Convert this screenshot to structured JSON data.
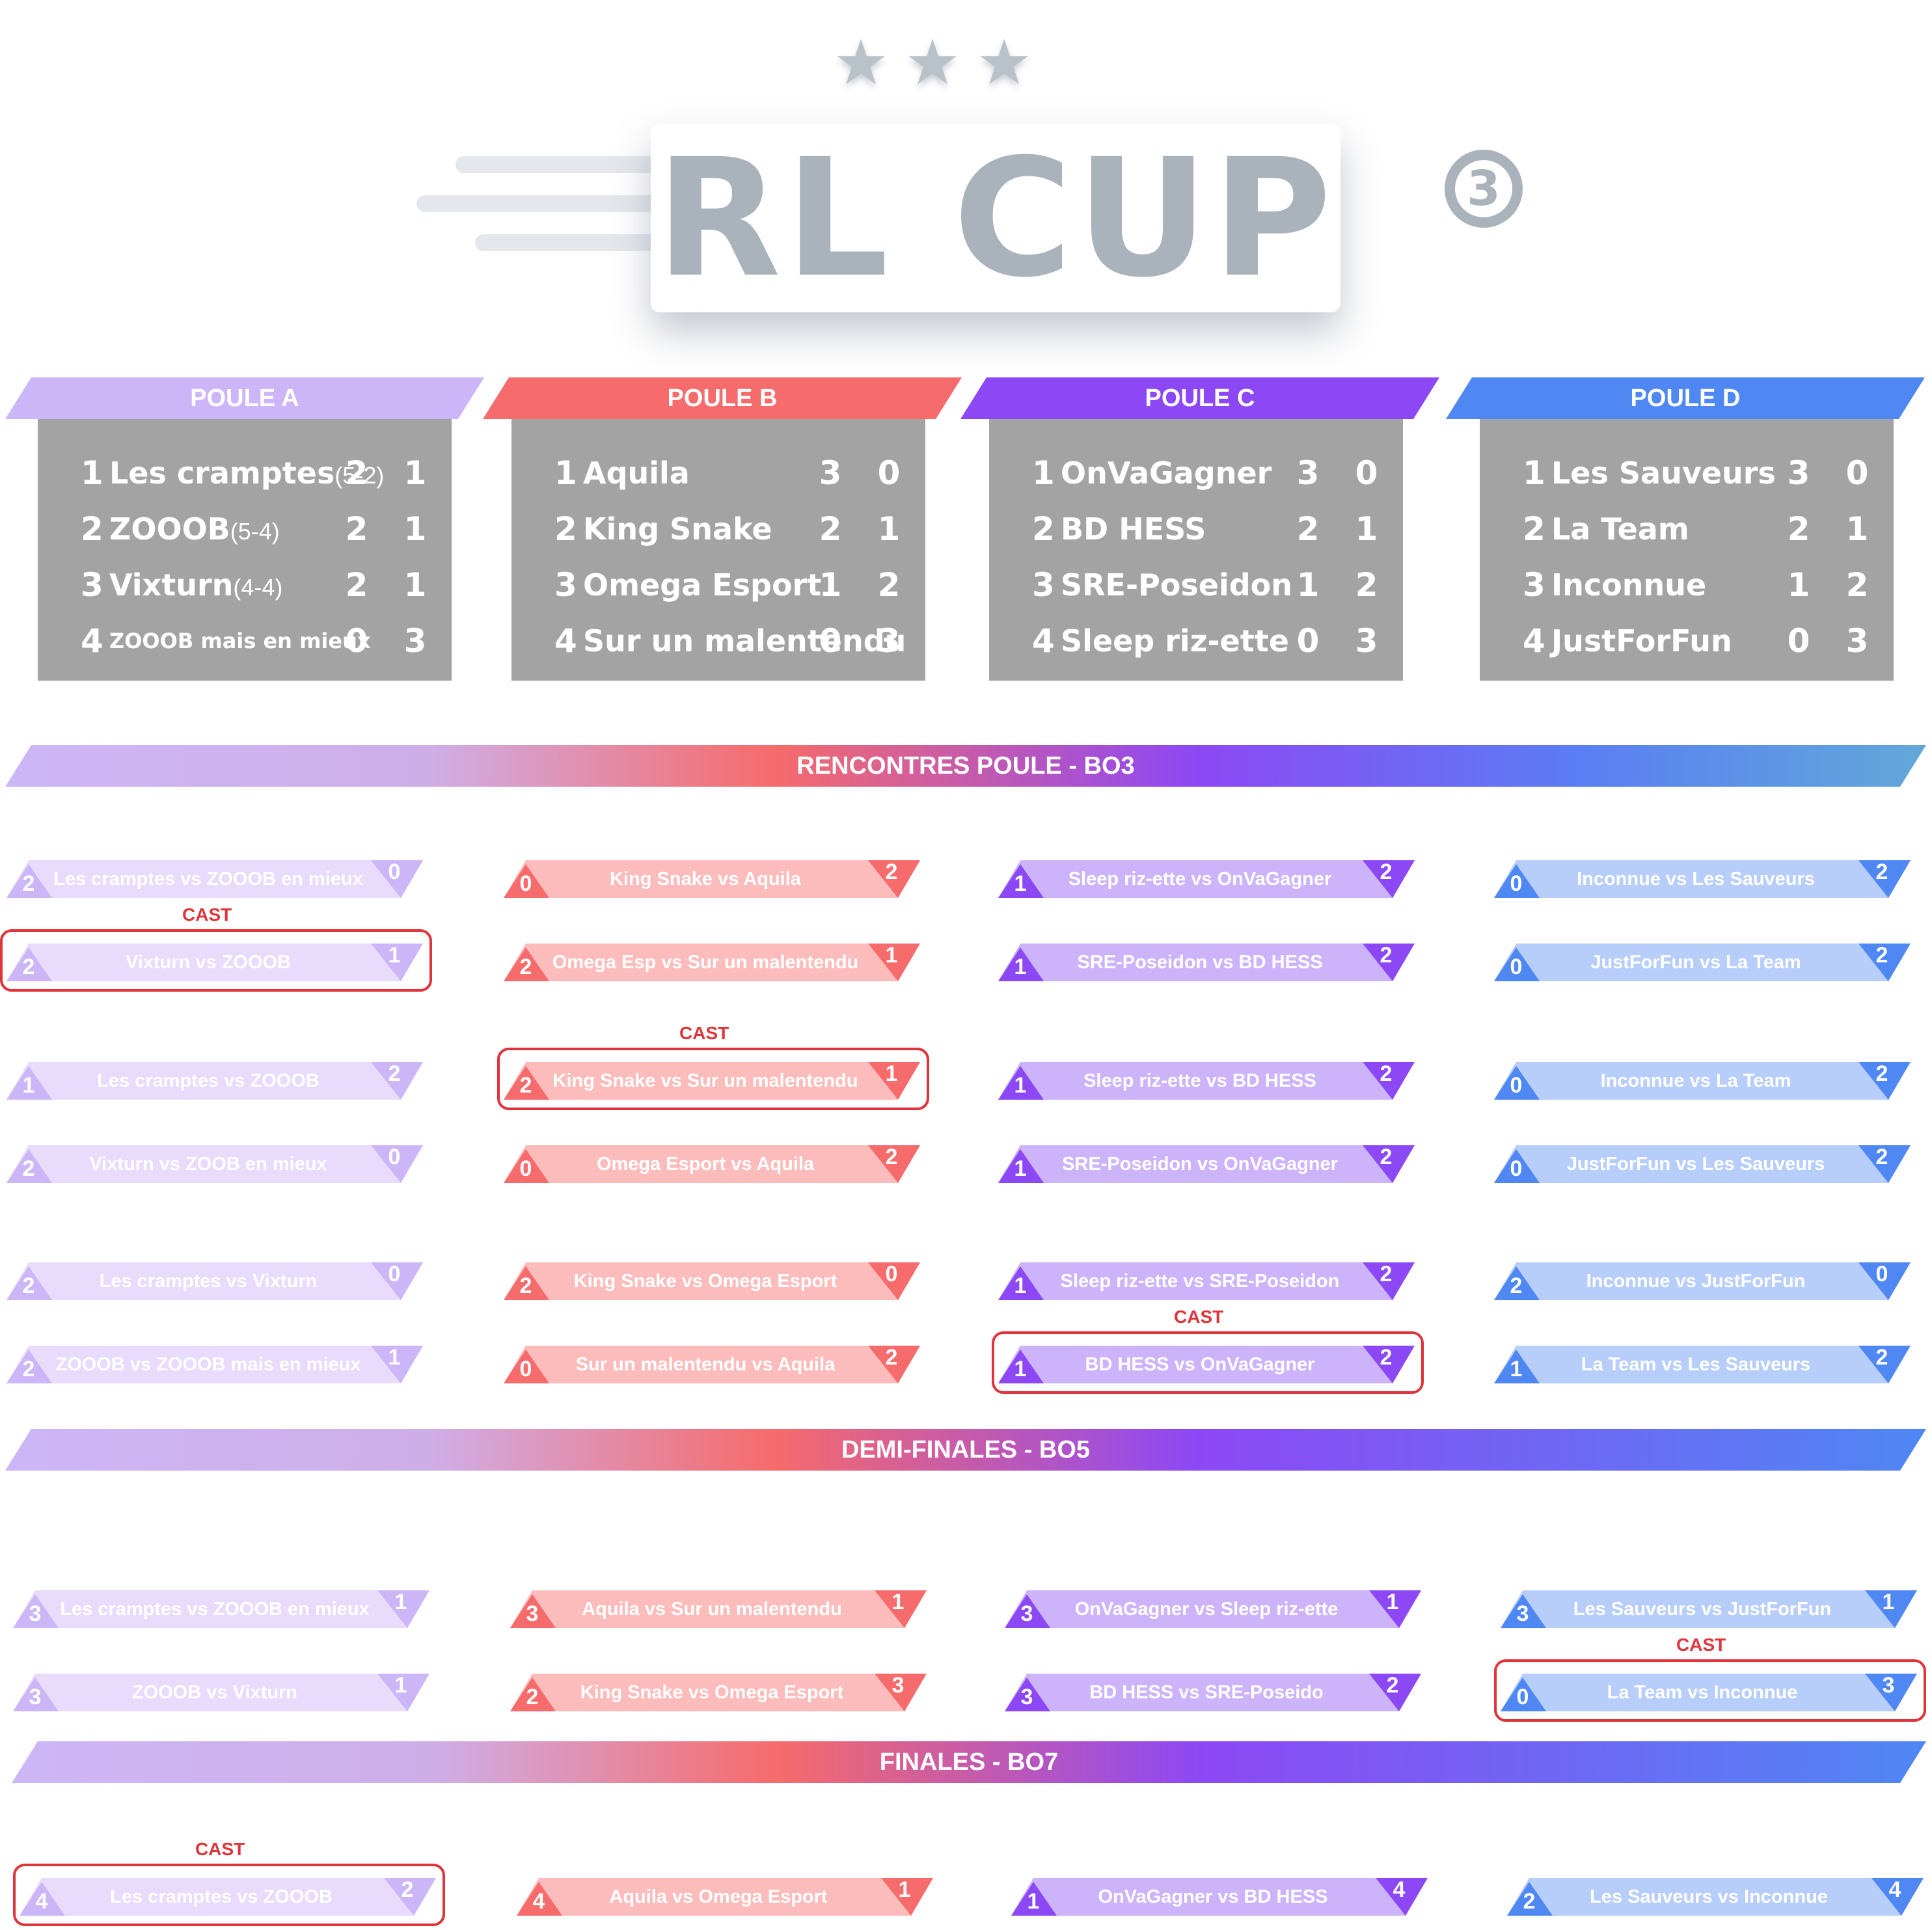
{
  "logo": {
    "text": "RL CUP",
    "badge": "3"
  },
  "colors": {
    "a": "#cdb6f7",
    "b": "#f66b6b",
    "c": "#8d48f5",
    "d": "#4f87f3",
    "gray": "#a3a3a3",
    "cast": "#e0333a"
  },
  "pools": [
    {
      "title": "POULE A",
      "rows": [
        {
          "rank": "1",
          "name": "Les cramptes",
          "extra": "(5-2)",
          "w": "2",
          "l": "1"
        },
        {
          "rank": "2",
          "name": "ZOOOB",
          "extra": "(5-4)",
          "w": "2",
          "l": "1"
        },
        {
          "rank": "3",
          "name": "Vixturn",
          "extra": "(4-4)",
          "w": "2",
          "l": "1"
        },
        {
          "rank": "4",
          "name": "ZOOOB mais en mieux",
          "extra": "",
          "w": "0",
          "l": "3"
        }
      ]
    },
    {
      "title": "POULE B",
      "rows": [
        {
          "rank": "1",
          "name": "Aquila",
          "extra": "",
          "w": "3",
          "l": "0"
        },
        {
          "rank": "2",
          "name": "King Snake",
          "extra": "",
          "w": "2",
          "l": "1"
        },
        {
          "rank": "3",
          "name": "Omega Esport",
          "extra": "",
          "w": "1",
          "l": "2"
        },
        {
          "rank": "4",
          "name": "Sur un malentendu",
          "extra": "",
          "w": "0",
          "l": "3"
        }
      ]
    },
    {
      "title": "POULE C",
      "rows": [
        {
          "rank": "1",
          "name": "OnVaGagner",
          "extra": "",
          "w": "3",
          "l": "0"
        },
        {
          "rank": "2",
          "name": "BD HESS",
          "extra": "",
          "w": "2",
          "l": "1"
        },
        {
          "rank": "3",
          "name": "SRE-Poseidon",
          "extra": "",
          "w": "1",
          "l": "2"
        },
        {
          "rank": "4",
          "name": "Sleep riz-ette",
          "extra": "",
          "w": "0",
          "l": "3"
        }
      ]
    },
    {
      "title": "POULE D",
      "rows": [
        {
          "rank": "1",
          "name": "Les Sauveurs",
          "extra": "",
          "w": "3",
          "l": "0"
        },
        {
          "rank": "2",
          "name": "La Team",
          "extra": "",
          "w": "2",
          "l": "1"
        },
        {
          "rank": "3",
          "name": "Inconnue",
          "extra": "",
          "w": "1",
          "l": "2"
        },
        {
          "rank": "4",
          "name": "JustForFun",
          "extra": "",
          "w": "0",
          "l": "3"
        }
      ]
    }
  ],
  "sections": {
    "group": "RENCONTRES POULE - BO3",
    "semis": "DEMI-FINALES - BO5",
    "finals": "FINALES - BO7",
    "cast": "CAST"
  },
  "group_matches": [
    [
      {
        "label": "Les cramptes vs ZOOOB en mieux",
        "s1": "2",
        "s2": "0"
      },
      {
        "label": "Vixturn vs ZOOOB",
        "s1": "2",
        "s2": "1",
        "cast": true
      },
      {
        "label": "Les cramptes vs ZOOOB",
        "s1": "1",
        "s2": "2"
      },
      {
        "label": "Vixturn vs ZOOB en mieux",
        "s1": "2",
        "s2": "0"
      },
      {
        "label": "Les cramptes vs Vixturn",
        "s1": "2",
        "s2": "0"
      },
      {
        "label": "ZOOOB vs ZOOOB mais en mieux",
        "s1": "2",
        "s2": "1"
      }
    ],
    [
      {
        "label": "King Snake vs Aquila",
        "s1": "0",
        "s2": "2"
      },
      {
        "label": "Omega Esp vs Sur un malentendu",
        "s1": "2",
        "s2": "1"
      },
      {
        "label": "King Snake vs Sur un malentendu",
        "s1": "2",
        "s2": "1",
        "cast": true
      },
      {
        "label": "Omega Esport vs Aquila",
        "s1": "0",
        "s2": "2"
      },
      {
        "label": "King Snake vs Omega Esport",
        "s1": "2",
        "s2": "0"
      },
      {
        "label": "Sur un malentendu vs Aquila",
        "s1": "0",
        "s2": "2"
      }
    ],
    [
      {
        "label": "Sleep riz-ette vs OnVaGagner",
        "s1": "1",
        "s2": "2"
      },
      {
        "label": "SRE-Poseidon vs BD HESS",
        "s1": "1",
        "s2": "2"
      },
      {
        "label": "Sleep riz-ette vs BD HESS",
        "s1": "1",
        "s2": "2"
      },
      {
        "label": "SRE-Poseidon vs OnVaGagner",
        "s1": "1",
        "s2": "2"
      },
      {
        "label": "Sleep riz-ette vs SRE-Poseidon",
        "s1": "1",
        "s2": "2"
      },
      {
        "label": "BD HESS vs OnVaGagner",
        "s1": "1",
        "s2": "2",
        "cast": true
      }
    ],
    [
      {
        "label": "Inconnue vs Les Sauveurs",
        "s1": "0",
        "s2": "2"
      },
      {
        "label": "JustForFun vs La Team",
        "s1": "0",
        "s2": "2"
      },
      {
        "label": "Inconnue vs La Team",
        "s1": "0",
        "s2": "2"
      },
      {
        "label": "JustForFun vs Les Sauveurs",
        "s1": "0",
        "s2": "2"
      },
      {
        "label": "Inconnue vs JustForFun",
        "s1": "2",
        "s2": "0"
      },
      {
        "label": "La Team vs Les Sauveurs",
        "s1": "1",
        "s2": "2"
      }
    ]
  ],
  "semi_matches": [
    [
      {
        "label": "Les cramptes vs ZOOOB en mieux",
        "s1": "3",
        "s2": "1"
      },
      {
        "label": "ZOOOB vs Vixturn",
        "s1": "3",
        "s2": "1"
      }
    ],
    [
      {
        "label": "Aquila vs Sur un malentendu",
        "s1": "3",
        "s2": "1"
      },
      {
        "label": "King Snake vs Omega Esport",
        "s1": "2",
        "s2": "3"
      }
    ],
    [
      {
        "label": "OnVaGagner vs Sleep riz-ette",
        "s1": "3",
        "s2": "1"
      },
      {
        "label": "BD HESS vs SRE-Poseido",
        "s1": "3",
        "s2": "2"
      }
    ],
    [
      {
        "label": "Les Sauveurs vs JustForFun",
        "s1": "3",
        "s2": "1"
      },
      {
        "label": "La Team vs Inconnue",
        "s1": "0",
        "s2": "3",
        "cast": true
      }
    ]
  ],
  "final_matches": [
    {
      "label": "Les cramptes vs ZOOOB",
      "s1": "4",
      "s2": "2",
      "cast": true
    },
    {
      "label": "Aquila vs Omega Esport",
      "s1": "4",
      "s2": "1"
    },
    {
      "label": "OnVaGagner vs BD HESS",
      "s1": "1",
      "s2": "4"
    },
    {
      "label": "Les Sauveurs vs Inconnue",
      "s1": "2",
      "s2": "4"
    }
  ]
}
